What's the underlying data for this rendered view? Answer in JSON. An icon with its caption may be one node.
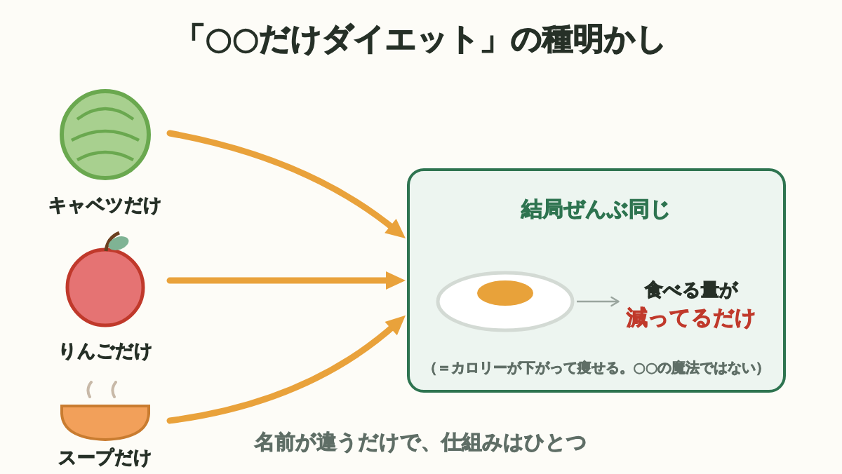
{
  "diagram": {
    "title": "「○○だけダイエット」の種明かし",
    "nodes": [
      {
        "text": [
          "キャベツだけ"
        ]
      },
      {
        "text": [
          "りんごだけ"
        ]
      },
      {
        "text": [
          "スープだけ"
        ]
      },
      {
        "text": [
          "結局ぜんぶ同じ",
          "（＝カロリーが下がって痩せる。○○の魔法ではない）"
        ]
      },
      {
        "text": [],
        "shape": "picture",
        "in": 3
      },
      {
        "text": [
          "食べる量が",
          "減ってるだけ"
        ],
        "in": 3
      }
    ],
    "edges": [
      {
        "from": 0,
        "to": 3,
        "arrow": "to"
      },
      {
        "from": 1,
        "to": 3,
        "arrow": "to"
      },
      {
        "from": 2,
        "to": 3,
        "arrow": "to"
      },
      {
        "from": 4,
        "to": 5,
        "arrow": "to",
        "color": "#9aa59e"
      }
    ],
    "labels": [
      "名前が違うだけで、仕組みはひとつ"
    ]
  }
}
